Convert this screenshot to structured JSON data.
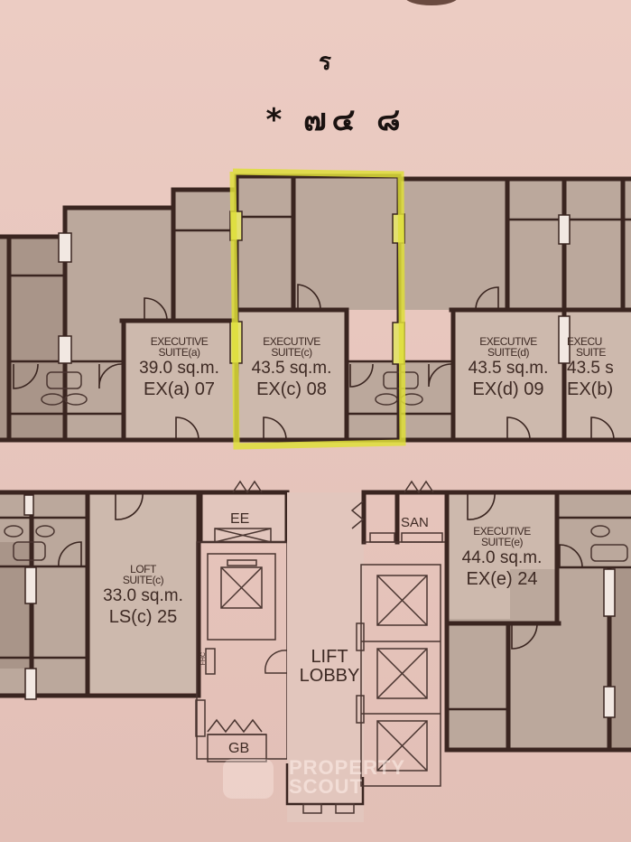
{
  "handwritten_note": {
    "line1": "ร",
    "line2": "* ๗๔ ๘"
  },
  "units": [
    {
      "id": "ex-a-07",
      "type_line1": "EXECUTIVE",
      "type_line2": "SUITE(a)",
      "area": "39.0 sq.m.",
      "code": "EX(a) 07",
      "highlighted": false
    },
    {
      "id": "ex-c-08",
      "type_line1": "EXECUTIVE",
      "type_line2": "SUITE(c)",
      "area": "43.5 sq.m.",
      "code": "EX(c) 08",
      "highlighted": true
    },
    {
      "id": "ex-d-09",
      "type_line1": "EXECUTIVE",
      "type_line2": "SUITE(d)",
      "area": "43.5 sq.m.",
      "code": "EX(d) 09",
      "highlighted": false
    },
    {
      "id": "ex-b-partial",
      "type_line1": "EXECU",
      "type_line2": "SUITE",
      "area": "43.5 s",
      "code": "EX(b)",
      "highlighted": false
    },
    {
      "id": "ls-c-25",
      "type_line1": "LOFT",
      "type_line2": "SUITE(c)",
      "area": "33.0 sq.m.",
      "code": "LS(c) 25",
      "highlighted": false
    },
    {
      "id": "ex-e-24",
      "type_line1": "EXECUTIVE",
      "type_line2": "SUITE(e)",
      "area": "44.0 sq.m.",
      "code": "EX(e) 24",
      "highlighted": false
    }
  ],
  "services": {
    "ee": "EE",
    "san": "SAN",
    "gb": "GB",
    "fhc": "FHC",
    "lift_lobby_line1": "LIFT",
    "lift_lobby_line2": "LOBBY"
  },
  "watermark": {
    "line1": "PROPERTY",
    "line2": "SCOUT"
  },
  "colors": {
    "paper": "#e8c9c0",
    "room_fill": "#bba89c",
    "wall": "#3a2520",
    "highlight": "#dede3a"
  }
}
